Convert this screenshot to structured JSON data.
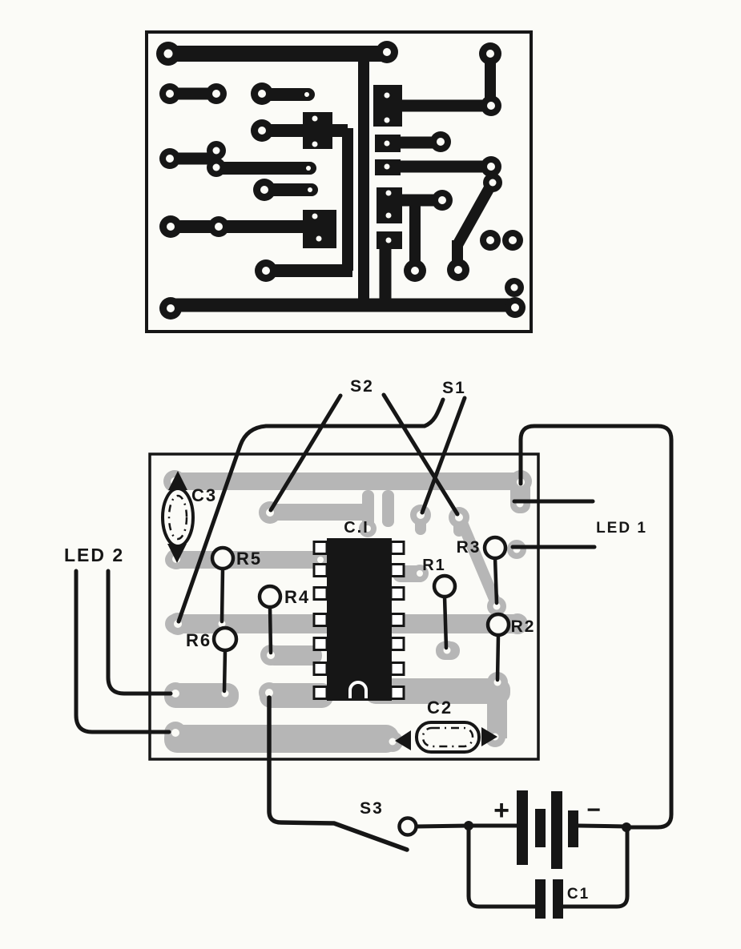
{
  "figure": {
    "type": "pcb-layout-and-assembly-diagram",
    "colors": {
      "paper": "#fbfbf7",
      "ink": "#161616",
      "trace_gray": "#b6b6b6"
    },
    "copper_board": {
      "description": "copper track pattern"
    },
    "assembly": {
      "ic_label": "C.I",
      "capacitors": {
        "c1": "C1",
        "c2": "C2",
        "c3": "C3"
      },
      "resistors": {
        "r1": "R1",
        "r2": "R2",
        "r3": "R3",
        "r4": "R4",
        "r5": "R5",
        "r6": "R6"
      },
      "switches": {
        "s1": "S1",
        "s2": "S2",
        "s3": "S3"
      },
      "leds": {
        "led1": "LED 1",
        "led2": "LED 2"
      },
      "battery": {
        "plus": "+",
        "minus": "−"
      }
    }
  }
}
